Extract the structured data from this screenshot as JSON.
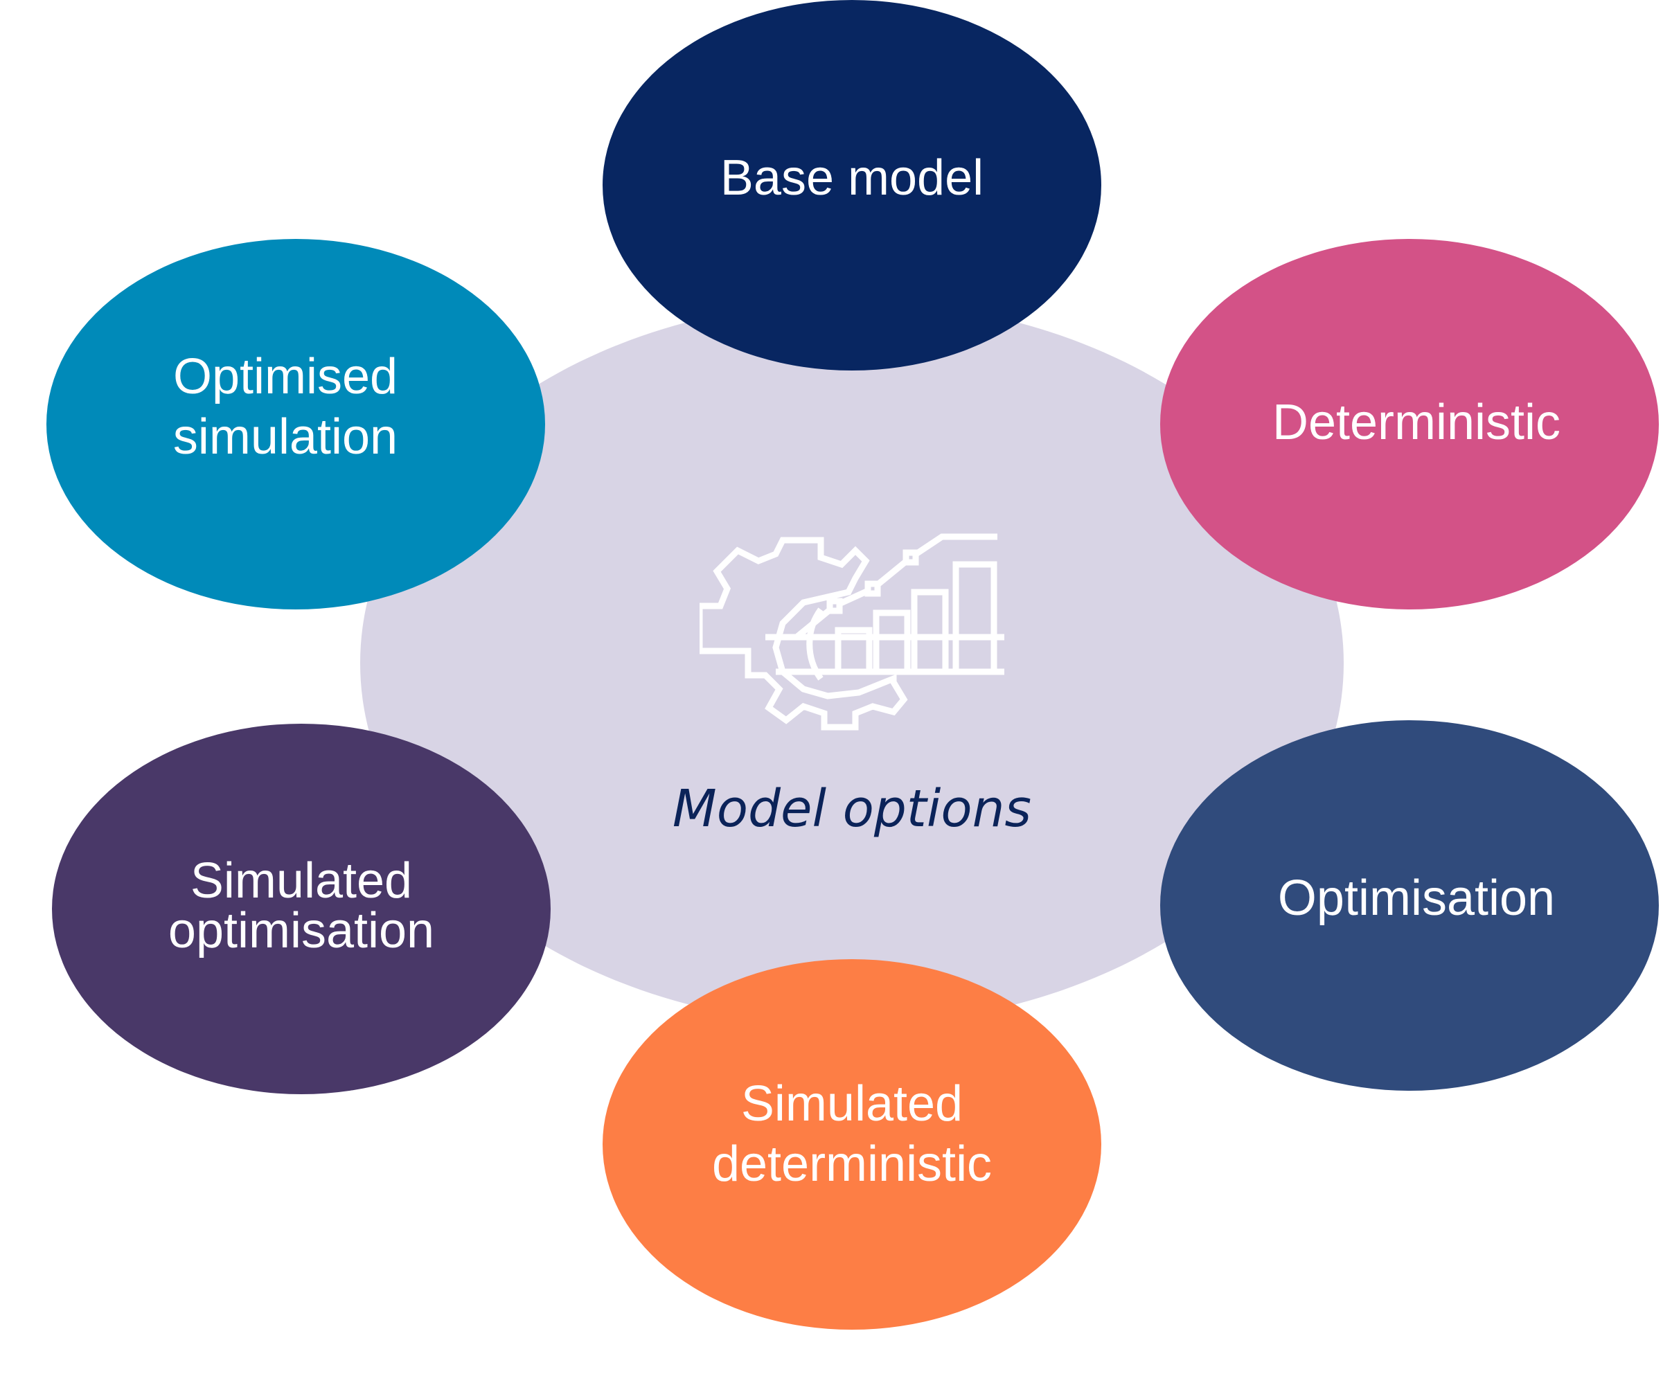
{
  "hub": {
    "title": "Model options",
    "icon": "gear-chart-icon",
    "fill_color": "#d8d4e5",
    "title_color": "#0b2359",
    "icon_color": "#ffffff"
  },
  "options": [
    {
      "id": "base",
      "label": "Base model",
      "color": "#082661"
    },
    {
      "id": "deterministic",
      "label": "Deterministic",
      "color": "#d35287"
    },
    {
      "id": "optimisation",
      "label": "Optimisation",
      "color": "#304b7c"
    },
    {
      "id": "sim-det",
      "label": "Simulated\ndeterministic",
      "color": "#fd7e45"
    },
    {
      "id": "sim-opt",
      "label": "Simulated\noptimisation",
      "color": "#493868"
    },
    {
      "id": "opt-sim",
      "label": "Optimised\nsimulation",
      "color": "#008ab9"
    }
  ]
}
